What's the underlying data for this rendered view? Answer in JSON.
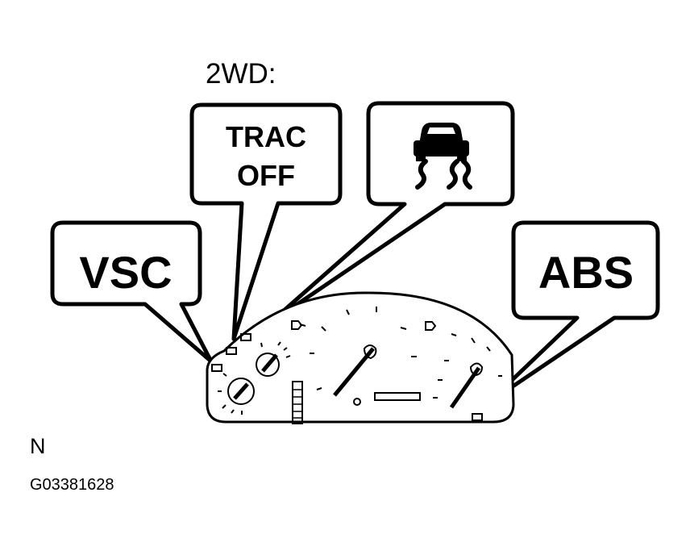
{
  "heading": "2WD:",
  "callouts": {
    "vsc": "VSC",
    "trac_line1": "TRAC",
    "trac_line2": "OFF",
    "slip_icon": "slip-indicator-icon",
    "abs": "ABS"
  },
  "caption": {
    "letter": "N",
    "code": "G03381628"
  },
  "colors": {
    "ink": "#000000",
    "paper": "#ffffff"
  }
}
